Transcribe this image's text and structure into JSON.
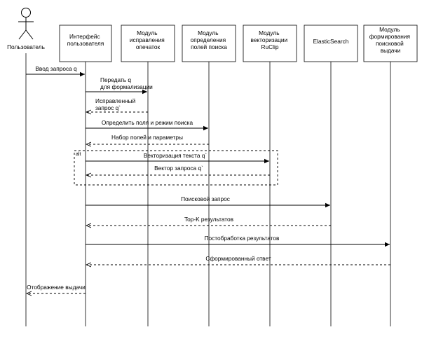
{
  "actor": {
    "label": "Пользователь"
  },
  "participants": [
    {
      "id": "ui",
      "lines": [
        "Интерфейс",
        "пользователя"
      ]
    },
    {
      "id": "spell",
      "lines": [
        "Модуль",
        "исправления",
        "опечаток"
      ]
    },
    {
      "id": "fields",
      "lines": [
        "Модуль",
        "определения",
        "полей поиска"
      ]
    },
    {
      "id": "vector",
      "lines": [
        "Модуль",
        "векторизации",
        "RuClip"
      ]
    },
    {
      "id": "es",
      "lines": [
        "ElasticSearch"
      ]
    },
    {
      "id": "output",
      "lines": [
        "Модуль",
        "формирования",
        "поисковой",
        "выдачи"
      ]
    }
  ],
  "messages": [
    {
      "from": "user",
      "to": "ui",
      "style": "solid",
      "lines": [
        "Ввод запроса q"
      ]
    },
    {
      "from": "ui",
      "to": "spell",
      "style": "solid",
      "lines": [
        "Передать q",
        "для формализации"
      ]
    },
    {
      "from": "spell",
      "to": "ui",
      "style": "dashed",
      "lines": [
        "Исправленный",
        "запрос q`"
      ]
    },
    {
      "from": "ui",
      "to": "fields",
      "style": "solid",
      "lines": [
        "Определить поля и режим поиска"
      ]
    },
    {
      "from": "fields",
      "to": "ui",
      "style": "dashed",
      "lines": [
        "Набор полей и параметры"
      ]
    },
    {
      "from": "ui",
      "to": "vector",
      "style": "solid",
      "lines": [
        "Векторизация текста q`"
      ]
    },
    {
      "from": "vector",
      "to": "ui",
      "style": "dashed",
      "lines": [
        "Вектор запроса q`"
      ]
    },
    {
      "from": "ui",
      "to": "es",
      "style": "solid",
      "lines": [
        "Поисковой запрос"
      ]
    },
    {
      "from": "es",
      "to": "ui",
      "style": "dashed",
      "lines": [
        "Top-K результатов"
      ]
    },
    {
      "from": "ui",
      "to": "output",
      "style": "solid",
      "lines": [
        "Постобработка результатов"
      ]
    },
    {
      "from": "output",
      "to": "ui",
      "style": "dashed",
      "lines": [
        "Сформированный ответ"
      ]
    },
    {
      "from": "ui",
      "to": "user",
      "style": "dashed",
      "lines": [
        "Отображение выдачи"
      ]
    }
  ],
  "fragment": {
    "label": "alt"
  }
}
